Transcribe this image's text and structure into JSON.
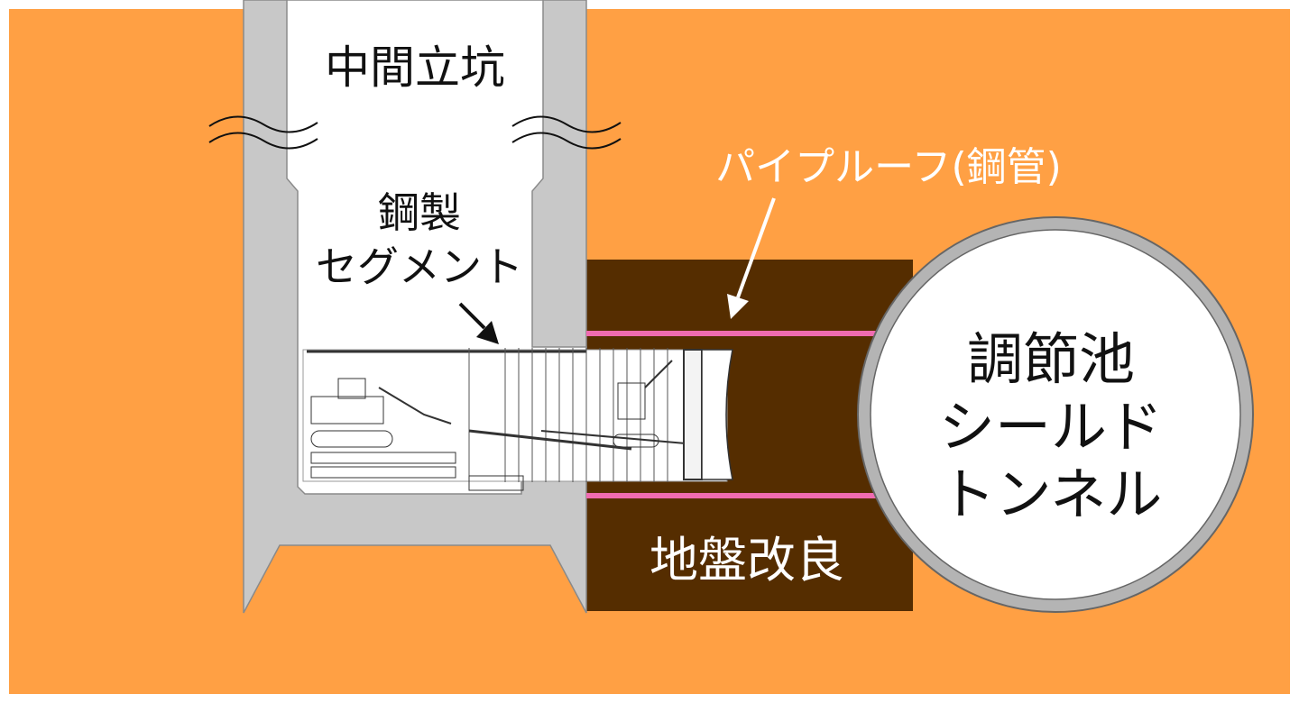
{
  "labels": {
    "shaft": "中間立坑",
    "segment_line1": "鋼製",
    "segment_line2": "セグメント",
    "pipe_roof": "パイプルーフ(鋼管)",
    "tunnel_line1": "調節池",
    "tunnel_line2": "シールド",
    "tunnel_line3": "トンネル",
    "ground_improvement": "地盤改良"
  },
  "colors": {
    "soil": "#FFA044",
    "concrete": "#C8C8C8",
    "improved_ground": "#552D00",
    "pipe_roof": "#F06BB0",
    "tunnel_fill": "#FFFFFF",
    "tunnel_ring": "#B4B4B4",
    "text_dark": "#111111",
    "text_light": "#FFFFFF"
  }
}
